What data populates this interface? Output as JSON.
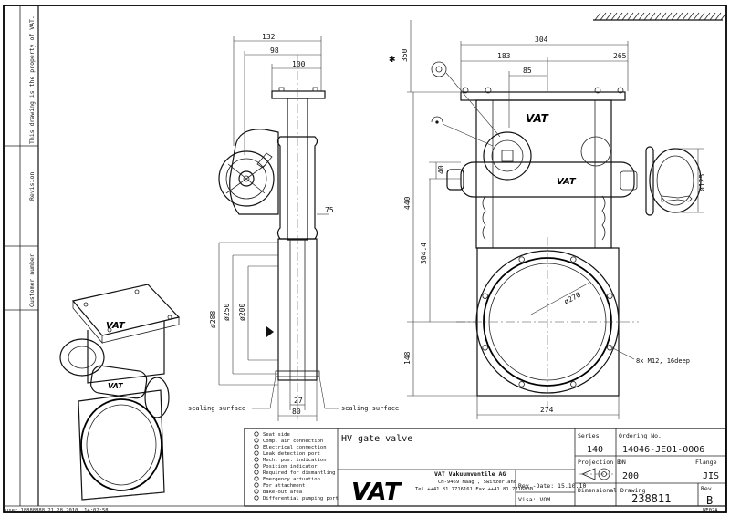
{
  "margin": {
    "property_notice": "This drawing is the property of VAT.",
    "revision_label": "Revision",
    "customer_label": "Customer number",
    "user_stamp": "user 18888888 21.28.2010, 14:02:58"
  },
  "side_view": {
    "dims": {
      "d132": "132",
      "d98": "98",
      "d100": "100",
      "d75": "75",
      "d288": "ø288",
      "d250": "ø250",
      "d200": "ø200",
      "d27": "27",
      "d80": "80"
    },
    "seal_left": "sealing surface",
    "seal_right": "sealing surface"
  },
  "front_view": {
    "dims": {
      "d304": "304",
      "d183": "183",
      "d85": "85",
      "d265": "265",
      "d350": "350",
      "d40": "40",
      "d440": "440",
      "d304_4": "304.4",
      "d148": "148",
      "d274": "274",
      "d270": "ø270",
      "d125": "ø125"
    },
    "bolt_note": "8x M12, 16deep",
    "logo": "VAT"
  },
  "legend": {
    "items": [
      "Seat side",
      "Comp. air connection",
      "Electrical connection",
      "Leak detection port",
      "Mech. pos. indication",
      "Position indicator",
      "Required for dismantling",
      "Emergency actuation",
      "For attachment",
      "Bake-out area",
      "Differential pumping port"
    ]
  },
  "title_block": {
    "title": "HV gate valve",
    "series_label": "Series",
    "series_value": "140",
    "ordering_label": "Ordering No.",
    "ordering_value": "14046-JE01-0006",
    "projection_label": "Projection E",
    "dn_label": "DN",
    "dn_value": "200",
    "flange_label": "Flange",
    "flange_value": "JIS",
    "company_logo": "VAT",
    "company_name": "VAT Vakuumventile AG",
    "company_address": "CH-9469 Haag , Switzerland",
    "company_phone": "Tel ++41 81 7716161 Fax ++41 81 7716830",
    "rev_date_label": "Rev.-Date: 15.10.10",
    "visa_label": "Visa: VOM",
    "doc_type": "Dimensional Drawing",
    "drawing_no": "238811",
    "rev_label": "Rev.",
    "rev_value": "B",
    "sheet_code": "WE02A"
  }
}
